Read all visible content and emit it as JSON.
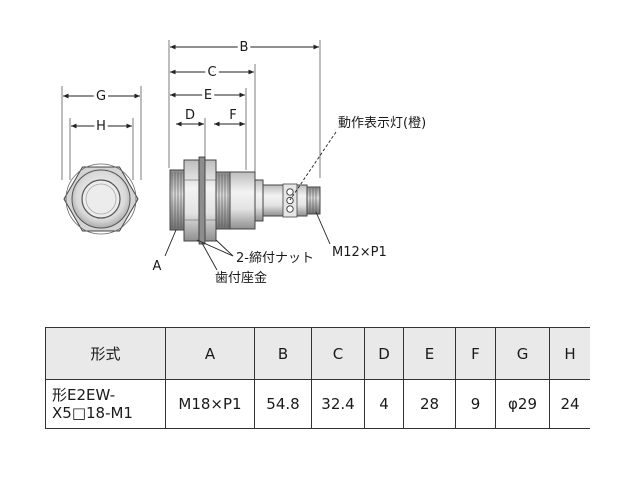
{
  "drawing": {
    "dims": {
      "A": "A",
      "B": "B",
      "C": "C",
      "D": "D",
      "E": "E",
      "F": "F",
      "G": "G",
      "H": "H"
    },
    "notes": {
      "indicator": "動作表示灯(橙)",
      "thread": "M12×P1",
      "nut": "2-締付ナット",
      "washer": "歯付座金"
    }
  },
  "table": {
    "headers": [
      "形式",
      "A",
      "B",
      "C",
      "D",
      "E",
      "F",
      "G",
      "H"
    ],
    "row": {
      "model_line1": "形E2EW-",
      "model_line2": "X5□18-M1",
      "A": "M18×P1",
      "B": "54.8",
      "C": "32.4",
      "D": "4",
      "E": "28",
      "F": "9",
      "G": "φ29",
      "H": "24"
    }
  }
}
